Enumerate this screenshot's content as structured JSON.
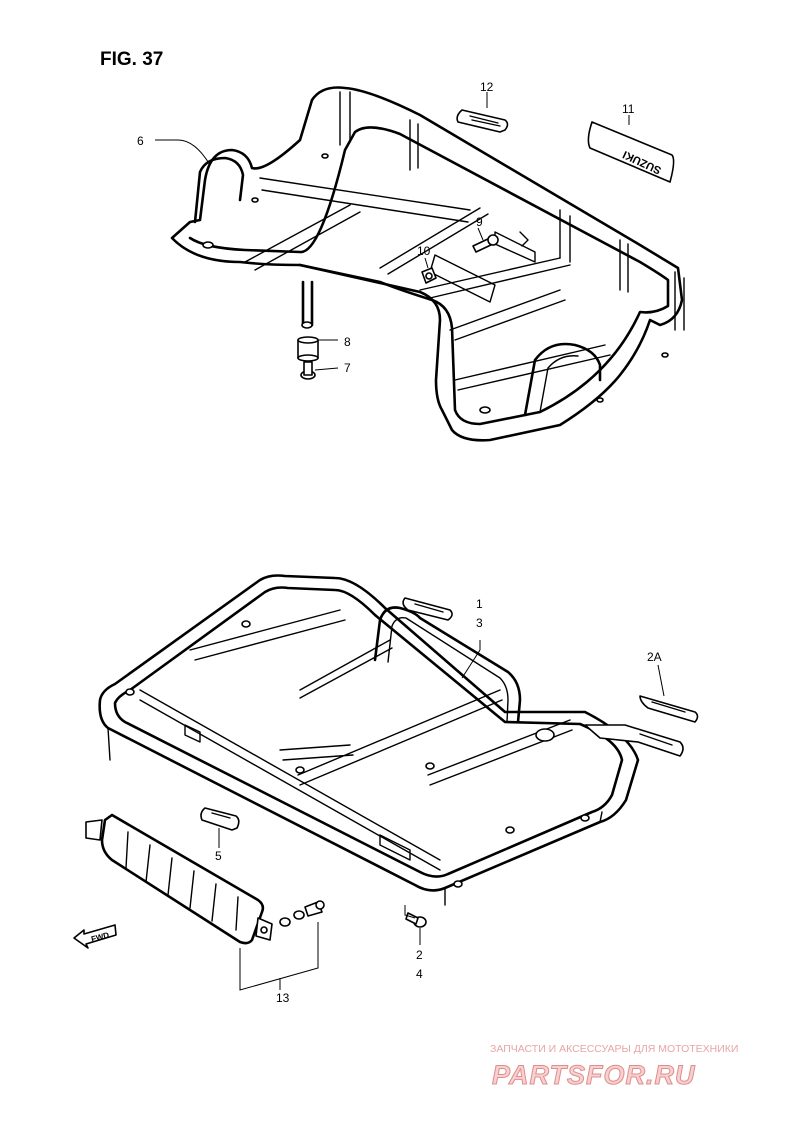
{
  "figure": {
    "title": "FIG. 37"
  },
  "callouts": {
    "c1": "1",
    "c2": "2",
    "c2a": "2A",
    "c3": "3",
    "c4": "4",
    "c5": "5",
    "c6": "6",
    "c7": "7",
    "c8": "8",
    "c9": "9",
    "c10": "10",
    "c11": "11",
    "c12": "12",
    "c13": "13"
  },
  "emblem": {
    "text": "SUZUKI"
  },
  "direction": {
    "text": "FWD"
  },
  "watermark": {
    "subtitle": "ЗАПЧАСТИ И АКСЕССУАРЫ ДЛЯ МОТОТЕХНИКИ",
    "brand": "PARTSFOR.RU",
    "colors": {
      "text": "#e8a5a5",
      "fill": "#f7d0d0",
      "stroke": "#e08d8d"
    }
  }
}
